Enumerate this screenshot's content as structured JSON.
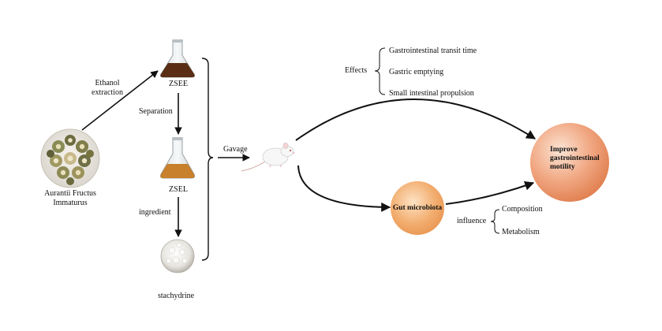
{
  "diagram": {
    "source": {
      "name_line1": "Aurantii Fructus",
      "name_line2": "Immaturus"
    },
    "extraction": {
      "line1": "Ethanol",
      "line2": "extraction"
    },
    "zsee": "ZSEE",
    "separation": "Separation",
    "zsel": "ZSEL",
    "ingredient": "ingredient",
    "stachydrine": "stachydrine",
    "gavage": "Gavage",
    "effects": {
      "label": "Effects",
      "items": [
        "Gastrointestinal transit time",
        "Gastric emptying",
        "Small intestinal propulsion"
      ]
    },
    "gut": {
      "label": "Gut microbiota",
      "influence": "influence",
      "items": [
        "Composition",
        "Metabolism"
      ]
    },
    "outcome": {
      "line1": "Improve",
      "line2": "gastrointestinal",
      "line3": "motility"
    },
    "colors": {
      "line": "#111111",
      "ball_outer": "#e07e4e",
      "ball_inner": "#fbe4d4",
      "gut_outer": "#e8934f",
      "gut_inner": "#fde2c4",
      "zsee_liquid": "#5a2e14",
      "zsel_liquid": "#c8802d"
    }
  }
}
